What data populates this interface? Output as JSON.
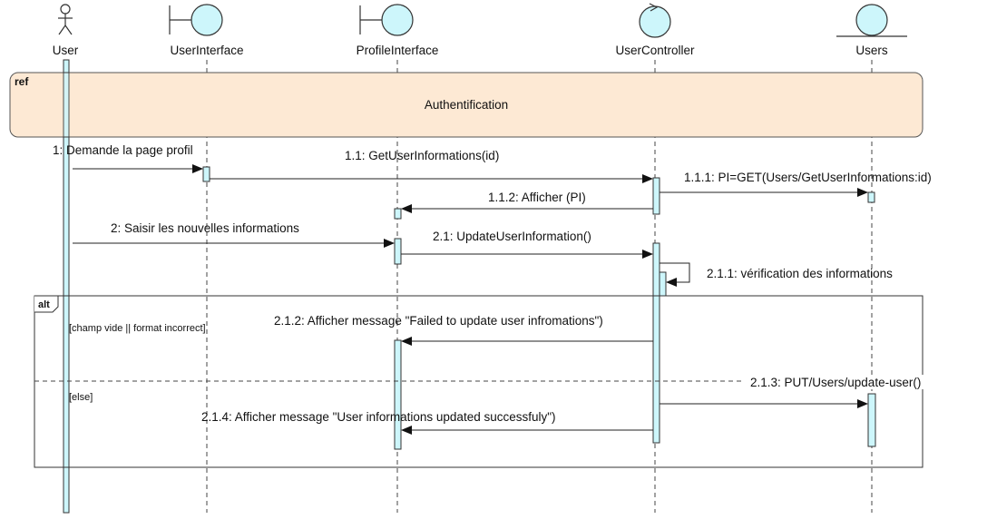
{
  "participants": {
    "user": "User",
    "user_interface": "UserInterface",
    "profile_interface": "ProfileInterface",
    "user_controller": "UserController",
    "users": "Users"
  },
  "ref_frame": {
    "tag": "ref",
    "label": "Authentification"
  },
  "messages": {
    "m1": "1: Demande la page profil",
    "m1_1": "1.1: GetUserInformations(id)",
    "m1_1_1": "1.1.1: PI=GET(Users/GetUserInformations:id)",
    "m1_1_2": "1.1.2: Afficher (PI)",
    "m2": "2: Saisir les nouvelles informations",
    "m2_1": "2.1: UpdateUserInformation()",
    "m2_1_1": "2.1.1: vérification des informations",
    "m2_1_2": "2.1.2: Afficher message \"Failed to update user infromations\")",
    "m2_1_3": "2.1.3: PUT/Users/update-user()",
    "m2_1_4": "2.1.4: Afficher message \"User informations updated successfuly\")"
  },
  "alt_frame": {
    "tag": "alt",
    "guard1": "[champ vide || format incorrect]",
    "guard2": "[else]"
  },
  "colors": {
    "activation_fill": "#cdf6fb",
    "ref_fill": "#fde9d4",
    "line": "#333333"
  }
}
